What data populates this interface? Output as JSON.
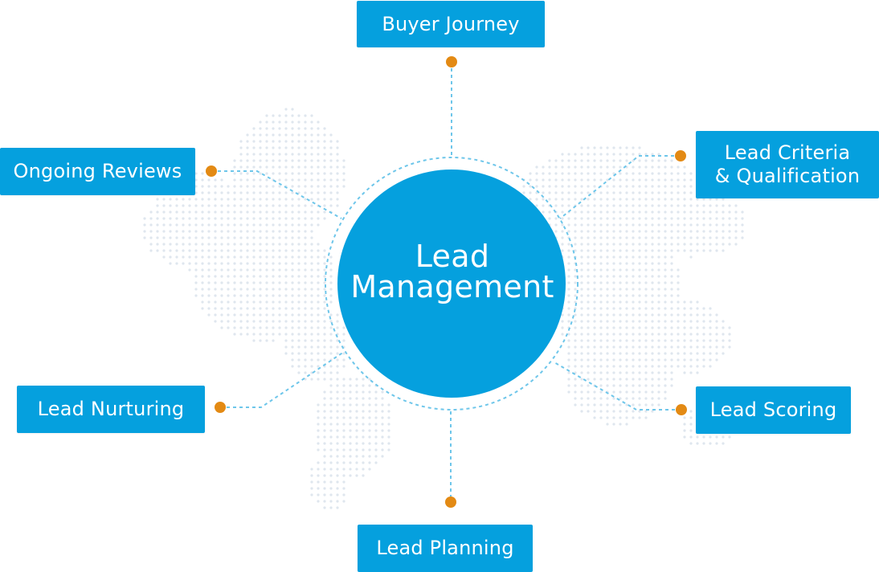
{
  "diagram": {
    "center": {
      "line1": "Lead",
      "line2": "Management"
    },
    "nodes": {
      "buyer_journey": "Buyer Journey",
      "lead_criteria": "Lead Criteria\n& Qualification",
      "ongoing_reviews": "Ongoing Reviews",
      "lead_nurturing": "Lead Nurturing",
      "lead_scoring": "Lead Scoring",
      "lead_planning": "Lead Planning"
    }
  },
  "colors": {
    "primary": "#05a0de",
    "connector": "#6ec6ea",
    "dot": "#e38a14",
    "map": "#dfe6ee",
    "text": "#ffffff"
  }
}
